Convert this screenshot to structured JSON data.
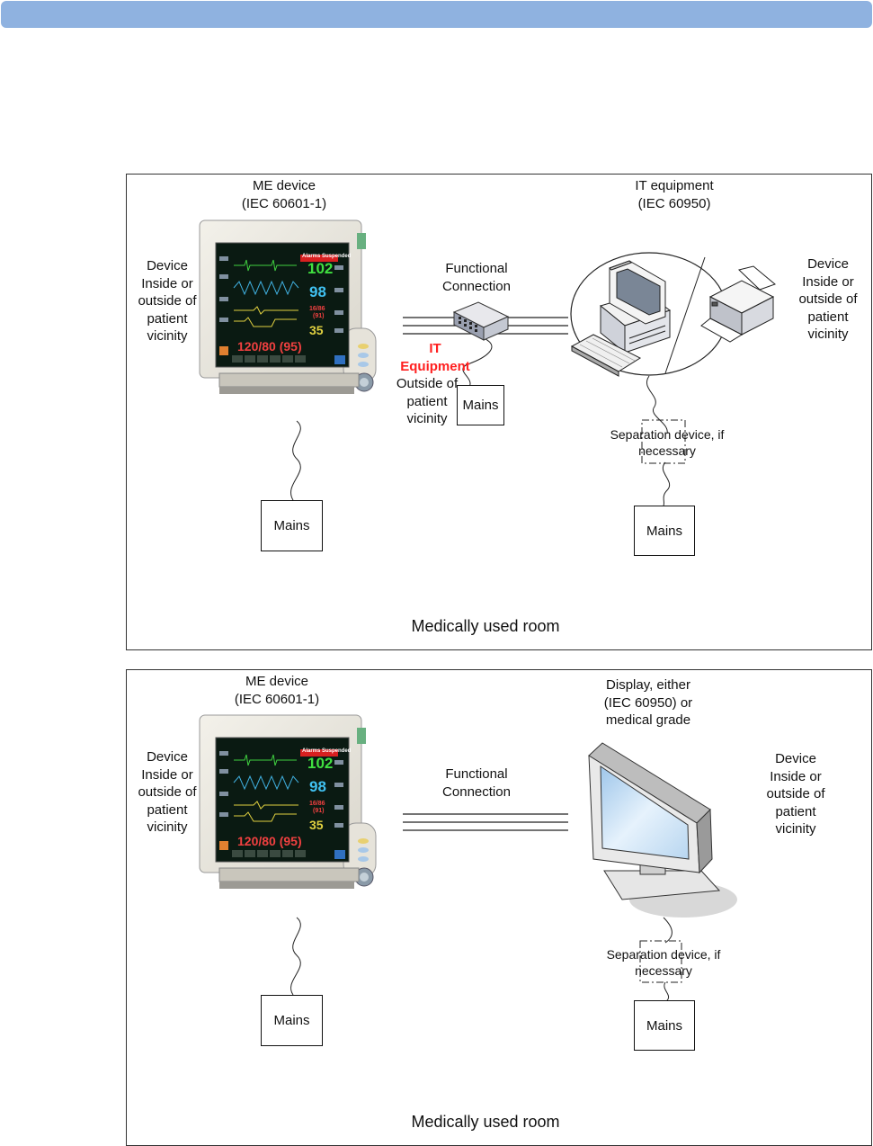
{
  "colors": {
    "header_bar": "#8fb2e0",
    "it_equipment_label": "#ff2020",
    "monitor_screen": "#0a1a12",
    "display_screen": "#cfe6f8"
  },
  "icons": [
    "patient-monitor-icon",
    "network-switch-icon",
    "desktop-computer-icon",
    "printer-icon",
    "flat-panel-display-icon"
  ],
  "diagram1": {
    "me_device": {
      "title": "ME  device",
      "standard": "(IEC 60601-1)"
    },
    "it_equipment": {
      "title": "IT equipment",
      "standard": "(IEC 60950)"
    },
    "device_left": [
      "Device",
      "Inside or",
      "outside of",
      "patient",
      "vicinity"
    ],
    "device_right": [
      "Device",
      "Inside or",
      "outside of",
      "patient",
      "vicinity"
    ],
    "functional_connection": [
      "Functional",
      "Connection"
    ],
    "it_equipment_outside": {
      "it": "IT",
      "equipment": "Equipment",
      "rest": [
        "Outside of",
        "patient",
        "vicinity"
      ]
    },
    "mains_switch": "Mains",
    "mains_left": "Mains",
    "mains_right": "Mains",
    "separation": [
      "Separation device, if",
      "necessary"
    ],
    "room": "Medically used room"
  },
  "diagram2": {
    "me_device": {
      "title": "ME  device",
      "standard": "(IEC 60601-1)"
    },
    "display": [
      "Display, either",
      "(IEC 60950) or",
      "medical grade"
    ],
    "device_left": [
      "Device",
      "Inside or",
      "outside of",
      "patient",
      "vicinity"
    ],
    "device_right": [
      "Device",
      "Inside or",
      "outside of",
      "patient",
      "vicinity"
    ],
    "functional_connection": [
      "Functional",
      "Connection"
    ],
    "mains_left": "Mains",
    "mains_right": "Mains",
    "separation": [
      "Separation device, if",
      "necessary"
    ],
    "room": "Medically used room"
  },
  "monitor_screen": {
    "status": "Alarms Suspended",
    "values": [
      "102",
      "98",
      "35"
    ],
    "small_values": [
      "16/86",
      "(91)"
    ],
    "bp": "120/80",
    "bp_mean": "(95)"
  }
}
